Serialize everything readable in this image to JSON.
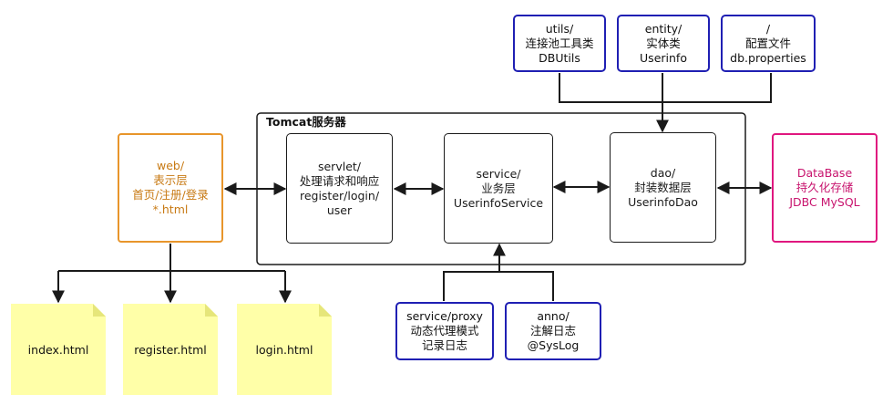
{
  "container": {
    "label": "Tomcat服务器"
  },
  "nodes": {
    "web": {
      "lines": [
        "web/",
        "表示层",
        "首页/注册/登录",
        "*.html"
      ]
    },
    "servlet": {
      "lines": [
        "servlet/",
        "处理请求和响应",
        "register/login/",
        "user"
      ]
    },
    "service": {
      "lines": [
        "service/",
        "业务层",
        "UserinfoService"
      ]
    },
    "dao": {
      "lines": [
        "dao/",
        "封装数据层",
        "UserinfoDao"
      ]
    },
    "database": {
      "lines": [
        "DataBase",
        "持久化存储",
        "JDBC MySQL"
      ]
    },
    "utils": {
      "lines": [
        "utils/",
        "连接池工具类",
        "DBUtils"
      ]
    },
    "entity": {
      "lines": [
        "entity/",
        "实体类",
        "Userinfo"
      ]
    },
    "config": {
      "lines": [
        "/",
        "配置文件",
        "db.properties"
      ]
    },
    "proxy": {
      "lines": [
        "service/proxy",
        "动态代理模式",
        "记录日志"
      ]
    },
    "anno": {
      "lines": [
        "anno/",
        "注解日志",
        "@SysLog"
      ]
    }
  },
  "pages": [
    "index.html",
    "register.html",
    "login.html"
  ],
  "colors": {
    "dark": "#1a1a1a",
    "blue": "#1f1fb3",
    "orange": "#e8952b",
    "pink": "#e0177f",
    "note": "#ffffa8",
    "note_fold": "#e6e67a"
  }
}
